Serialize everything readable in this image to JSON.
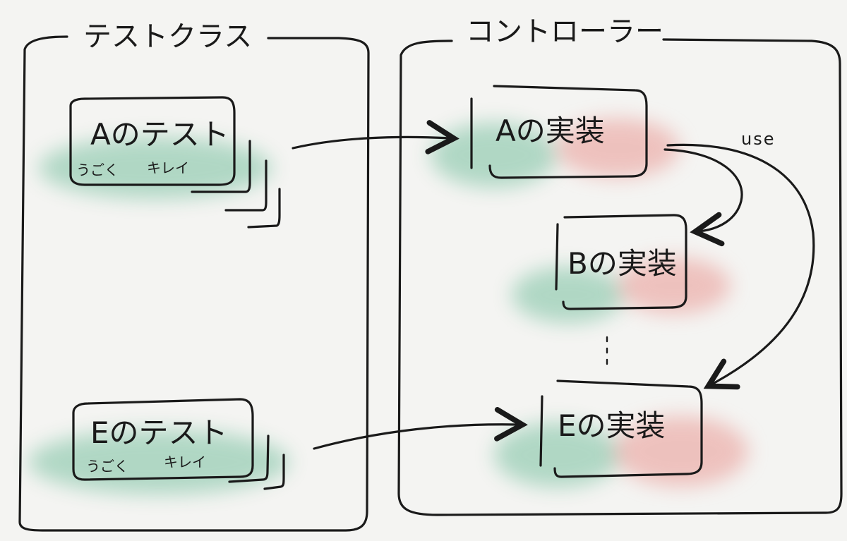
{
  "groups": {
    "tests": {
      "title": "テストクラス"
    },
    "controller": {
      "title": "コントローラー"
    }
  },
  "tests": {
    "a": {
      "title": "Aのテスト",
      "tag_left": "うごく",
      "tag_right": "キレイ"
    },
    "e": {
      "title": "Eのテスト",
      "tag_left": "うごく",
      "tag_right": "キレイ"
    }
  },
  "impls": {
    "a": {
      "label": "Aの実装"
    },
    "b": {
      "label": "Bの実装"
    },
    "e": {
      "label": "Eの実装"
    }
  },
  "arrows": {
    "use_label": "use"
  },
  "colors": {
    "green": "#5fb58e",
    "red": "#e8908a",
    "ink": "#1a1a1a",
    "paper": "#f4f4f2"
  }
}
